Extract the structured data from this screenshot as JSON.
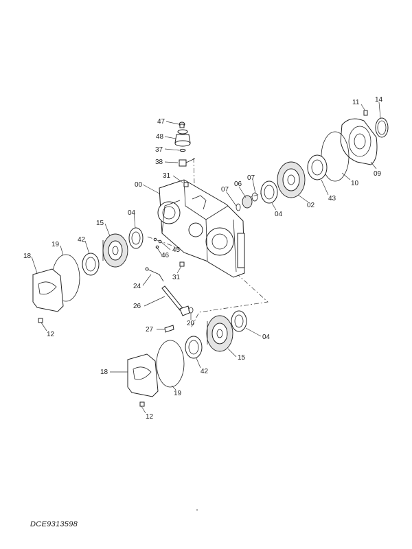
{
  "document": {
    "code": "DCE9313598"
  },
  "labels": {
    "p47": "47",
    "p48": "48",
    "p37": "37",
    "p38": "38",
    "p31a": "31",
    "p00": "00",
    "p11": "11",
    "p14": "14",
    "p09": "09",
    "p10": "10",
    "p43": "43",
    "p02": "02",
    "p07a": "07",
    "p06": "06",
    "p07b": "07",
    "p04a": "04",
    "p04b": "04",
    "p15a": "15",
    "p42a": "42",
    "p19a": "19",
    "p18a": "18",
    "p12a": "12",
    "p45": "45",
    "p46": "46",
    "p31b": "31",
    "p24": "24",
    "p26": "26",
    "p20": "20",
    "p27": "27",
    "p04c": "04",
    "p15b": "15",
    "p42b": "42",
    "p18b": "18",
    "p19b": "19",
    "p12b": "12"
  }
}
